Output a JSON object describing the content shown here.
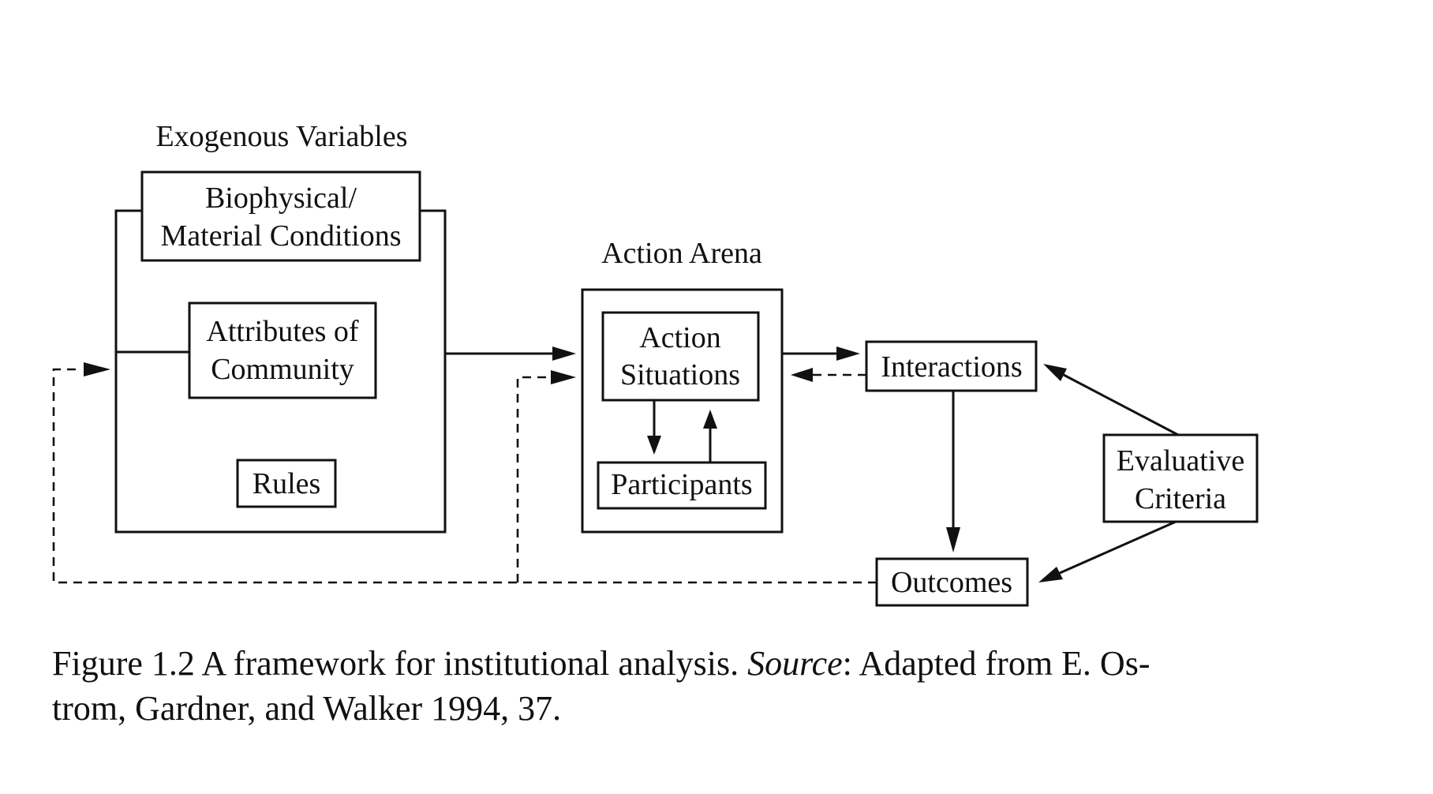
{
  "diagram": {
    "exogenous_title": "Exogenous Variables",
    "biophysical_line1": "Biophysical/",
    "biophysical_line2": "Material Conditions",
    "attributes_line1": "Attributes of",
    "attributes_line2": "Community",
    "rules": "Rules",
    "arena_title": "Action Arena",
    "action_line1": "Action",
    "action_line2": "Situations",
    "participants": "Participants",
    "interactions": "Interactions",
    "evaluative_line1": "Evaluative",
    "evaluative_line2": "Criteria",
    "outcomes": "Outcomes"
  },
  "caption": {
    "lead": "Figure 1.2  A framework for institutional analysis. ",
    "source_label": "Source",
    "line1_rest": ": Adapted from E. Os-",
    "line2": "trom, Gardner, and Walker 1994, 37."
  }
}
